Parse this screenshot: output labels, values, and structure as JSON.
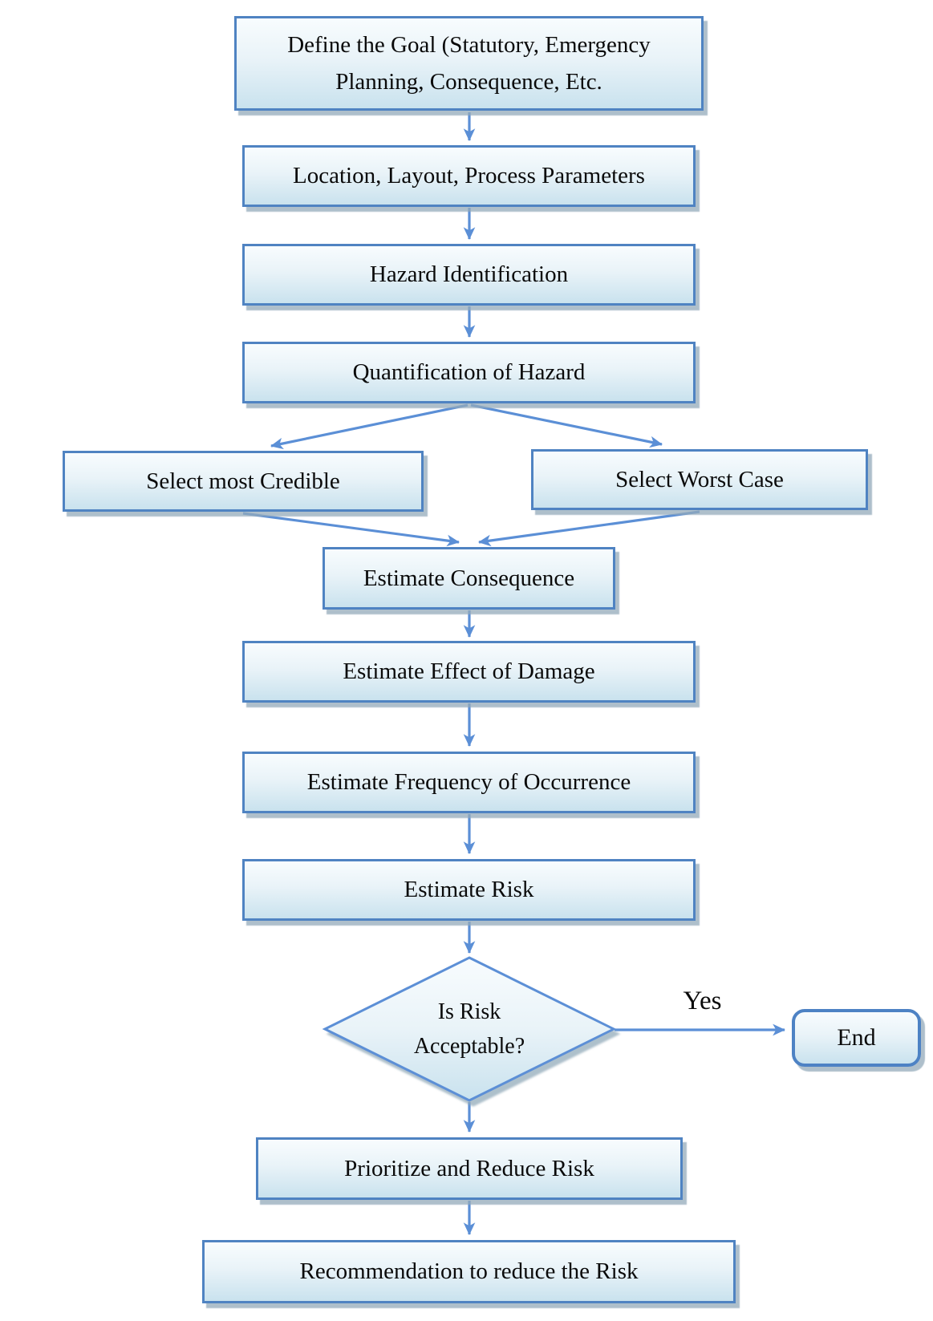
{
  "flowchart": {
    "nodes": [
      {
        "id": "define-goal",
        "type": "process",
        "label": "Define the Goal (Statutory, Emergency Planning, Consequence, Etc."
      },
      {
        "id": "location-layout",
        "type": "process",
        "label": "Location, Layout, Process Parameters"
      },
      {
        "id": "hazard-identification",
        "type": "process",
        "label": "Hazard Identification"
      },
      {
        "id": "quantification-hazard",
        "type": "process",
        "label": "Quantification of Hazard"
      },
      {
        "id": "select-most-credible",
        "type": "process",
        "label": "Select most Credible"
      },
      {
        "id": "select-worst-case",
        "type": "process",
        "label": "Select Worst Case"
      },
      {
        "id": "estimate-consequence",
        "type": "process",
        "label": "Estimate Consequence"
      },
      {
        "id": "estimate-effect-damage",
        "type": "process",
        "label": "Estimate Effect of Damage"
      },
      {
        "id": "estimate-frequency",
        "type": "process",
        "label": "Estimate Frequency of Occurrence"
      },
      {
        "id": "estimate-risk",
        "type": "process",
        "label": "Estimate Risk"
      },
      {
        "id": "is-risk-acceptable",
        "type": "decision",
        "label": "Is Risk Acceptable?"
      },
      {
        "id": "end",
        "type": "terminator",
        "label": "End"
      },
      {
        "id": "prioritize-reduce-risk",
        "type": "process",
        "label": "Prioritize and Reduce Risk"
      },
      {
        "id": "recommendation",
        "type": "process",
        "label": "Recommendation to reduce the Risk"
      }
    ],
    "edges": [
      {
        "from": "define-goal",
        "to": "location-layout",
        "label": ""
      },
      {
        "from": "location-layout",
        "to": "hazard-identification",
        "label": ""
      },
      {
        "from": "hazard-identification",
        "to": "quantification-hazard",
        "label": ""
      },
      {
        "from": "quantification-hazard",
        "to": "select-most-credible",
        "label": ""
      },
      {
        "from": "quantification-hazard",
        "to": "select-worst-case",
        "label": ""
      },
      {
        "from": "select-most-credible",
        "to": "estimate-consequence",
        "label": ""
      },
      {
        "from": "select-worst-case",
        "to": "estimate-consequence",
        "label": ""
      },
      {
        "from": "estimate-consequence",
        "to": "estimate-effect-damage",
        "label": ""
      },
      {
        "from": "estimate-effect-damage",
        "to": "estimate-frequency",
        "label": ""
      },
      {
        "from": "estimate-frequency",
        "to": "estimate-risk",
        "label": ""
      },
      {
        "from": "estimate-risk",
        "to": "is-risk-acceptable",
        "label": ""
      },
      {
        "from": "is-risk-acceptable",
        "to": "end",
        "label": "Yes"
      },
      {
        "from": "is-risk-acceptable",
        "to": "prioritize-reduce-risk",
        "label": ""
      },
      {
        "from": "prioritize-reduce-risk",
        "to": "recommendation",
        "label": ""
      }
    ],
    "edge_labels": {
      "yes": "Yes"
    },
    "colors": {
      "background": "#ffffff",
      "node_border": "#4f83c2",
      "node_fill_top": "#f8fcfe",
      "node_fill_bottom": "#c9e2ee",
      "arrow": "#5b8fd6",
      "shadow": "#93aab9",
      "text": "#0a0a0a"
    }
  }
}
